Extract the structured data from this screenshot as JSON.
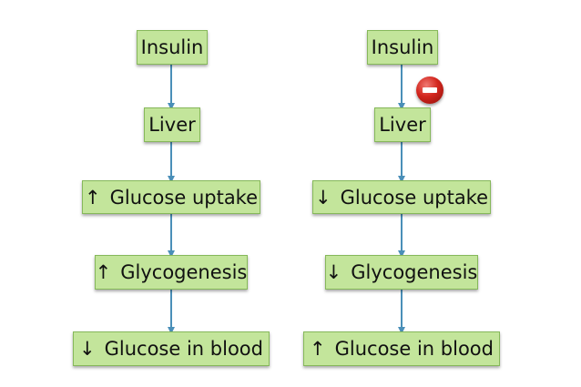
{
  "colors": {
    "box_fill": "#c3e59b",
    "box_border": "#86b85a",
    "arrow": "#4a8fb8",
    "inhibit": "#d3261e"
  },
  "left_flow": [
    {
      "symbol": "",
      "label": "Insulin"
    },
    {
      "symbol": "",
      "label": "Liver"
    },
    {
      "symbol": "↑",
      "label": "Glucose uptake"
    },
    {
      "symbol": "↑",
      "label": "Glycogenesis"
    },
    {
      "symbol": "↓",
      "label": "Glucose in blood"
    }
  ],
  "right_flow": [
    {
      "symbol": "",
      "label": "Insulin"
    },
    {
      "symbol": "",
      "label": "Liver"
    },
    {
      "symbol": "↓",
      "label": "Glucose uptake"
    },
    {
      "symbol": "↓",
      "label": "Glycogenesis"
    },
    {
      "symbol": "↑",
      "label": "Glucose in blood"
    }
  ],
  "inhibitor_icon": "minus-circle-icon"
}
